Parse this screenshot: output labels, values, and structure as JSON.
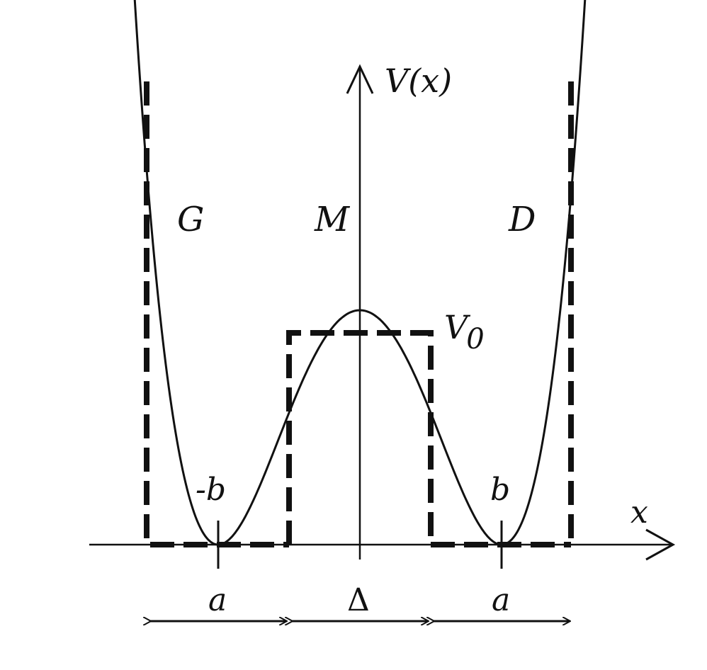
{
  "axes": {
    "y_label_main": "V",
    "y_label_paren": "(x)",
    "x_label": "x"
  },
  "regions": {
    "left": "G",
    "middle": "M",
    "right": "D"
  },
  "levels": {
    "barrier": "V",
    "barrier_sub": "0"
  },
  "ticks": {
    "left_min": "-b",
    "right_min": "b"
  },
  "widths": {
    "left": "a",
    "middle": "Δ",
    "right": "a"
  },
  "colors": {
    "ink": "#111111",
    "background": "#ffffff"
  }
}
